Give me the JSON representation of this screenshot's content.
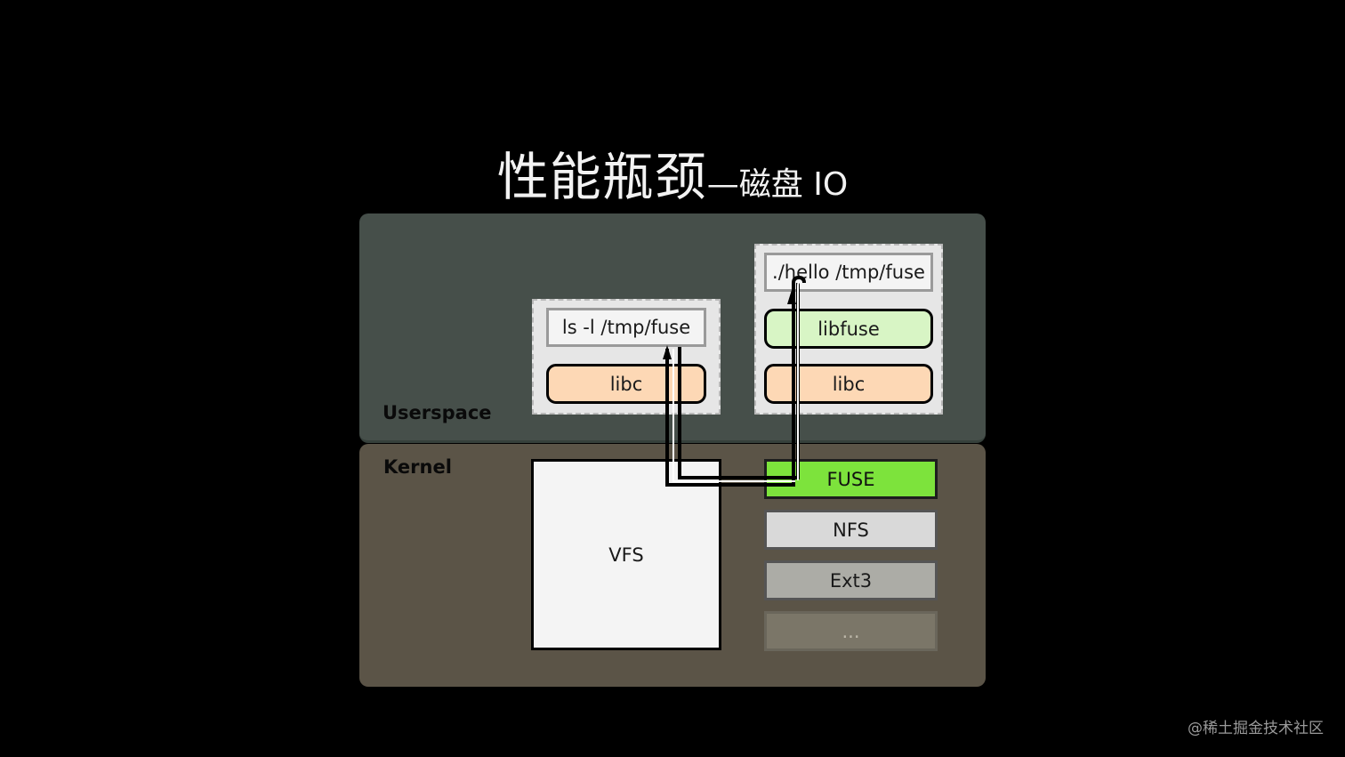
{
  "title": {
    "main": "性能瓶颈",
    "sub": "—磁盘 IO"
  },
  "diagram": {
    "userspace_label": "Userspace",
    "kernel_label": "Kernel",
    "client_app": {
      "command": "ls -l /tmp/fuse",
      "library": "libc"
    },
    "fuse_app": {
      "command": "./hello /tmp/fuse",
      "libraries": [
        "libfuse",
        "libc"
      ]
    },
    "vfs_label": "VFS",
    "filesystems": [
      "FUSE",
      "NFS",
      "Ext3",
      "..."
    ]
  },
  "colors": {
    "background": "#000000",
    "userspace": "#464f4a",
    "kernel": "#5b5447",
    "libc": "#fdd8b5",
    "libfuse": "#d8f5c5",
    "fuse": "#7de33c"
  },
  "watermark": "@稀土掘金技术社区"
}
